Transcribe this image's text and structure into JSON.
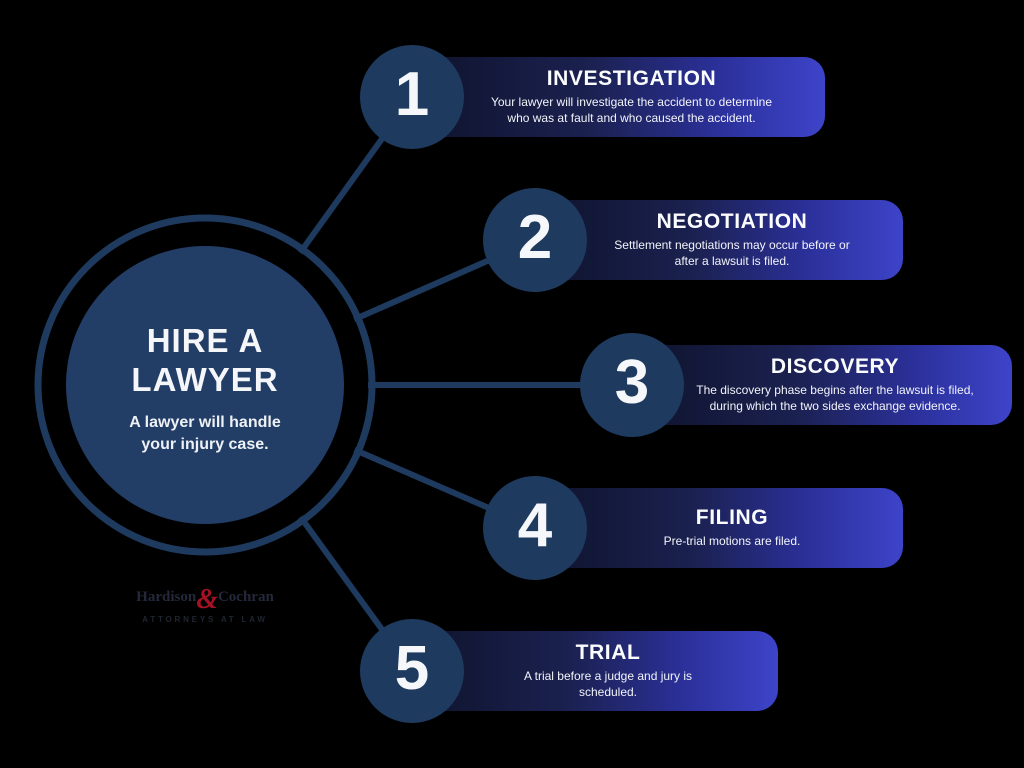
{
  "hub": {
    "title": "HIRE A\nLAWYER",
    "subtitle": "A lawyer will handle\nyour injury case."
  },
  "logo": {
    "name_left": "Hardison",
    "ampersand": "&",
    "name_right": "Cochran",
    "tagline": "ATTORNEYS AT LAW"
  },
  "steps": [
    {
      "number": "1",
      "title": "INVESTIGATION",
      "description": "Your lawyer will investigate the accident to determine\nwho was at fault and who caused the accident."
    },
    {
      "number": "2",
      "title": "NEGOTIATION",
      "description": "Settlement negotiations may occur before or\nafter a lawsuit is filed."
    },
    {
      "number": "3",
      "title": "DISCOVERY",
      "description": "The discovery phase begins after the lawsuit is filed,\nduring which the two sides exchange evidence."
    },
    {
      "number": "4",
      "title": "FILING",
      "description": "Pre-trial motions are filed."
    },
    {
      "number": "5",
      "title": "TRIAL",
      "description": "A trial before a judge and jury is\nscheduled."
    }
  ],
  "colors": {
    "background": "#000000",
    "navy": "#1e3a5e",
    "hub_fill": "#223d66",
    "bar_gradient_start": "#0d1229",
    "bar_gradient_end": "#3d44c9",
    "text": "#ffffff",
    "logo_red": "#a61126",
    "logo_dark": "#23293a"
  }
}
